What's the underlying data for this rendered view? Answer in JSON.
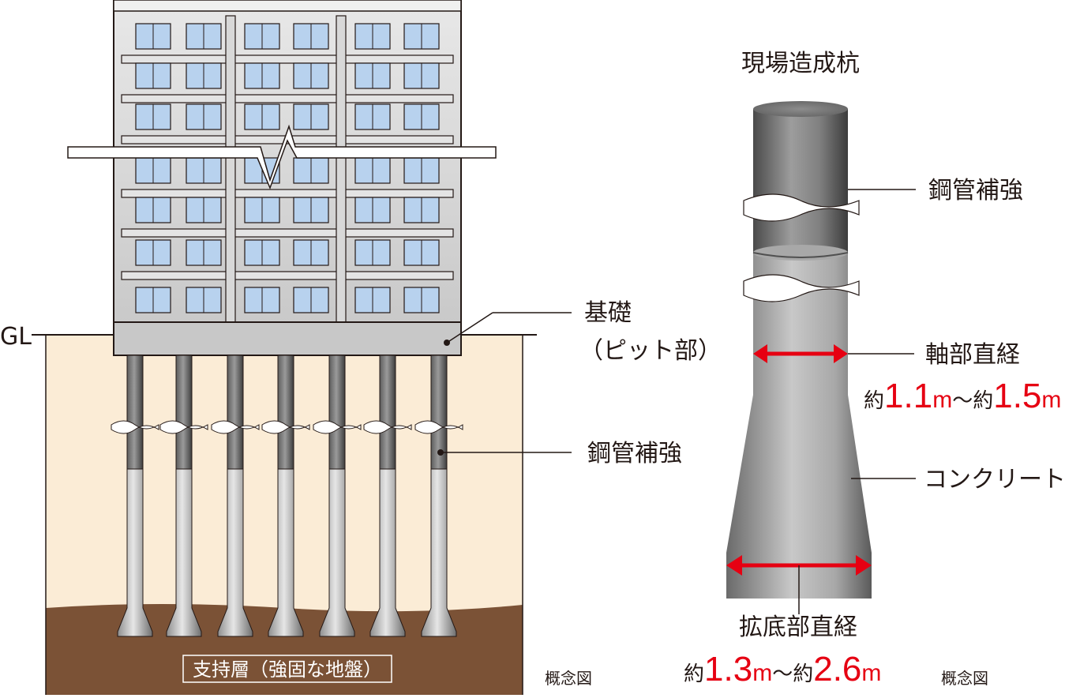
{
  "building": {
    "gl_label": "GL",
    "foundation_label_1": "基礎",
    "foundation_label_2": "（ピット部）",
    "steel_label": "鋼管補強",
    "support_layer": "支持層（強固な地盤）",
    "concept_left": "概念図"
  },
  "pile": {
    "title": "現場造成杭",
    "steel_label": "鋼管補強",
    "shaft_label": "軸部直経",
    "shaft_prefix_1": "約",
    "shaft_val_1": "1.1",
    "shaft_unit_1": "m",
    "shaft_tilde": "〜",
    "shaft_prefix_2": "約",
    "shaft_val_2": "1.5",
    "shaft_unit_2": "m",
    "concrete_label": "コンクリート",
    "base_label": "拡底部直経",
    "base_prefix_1": "約",
    "base_val_1": "1.3",
    "base_unit_1": "m",
    "base_tilde": "〜",
    "base_prefix_2": "約",
    "base_val_2": "2.6",
    "base_unit_2": "m",
    "concept_right": "概念図"
  },
  "colors": {
    "soil": "#fbecd6",
    "bearing": "#7b5236",
    "building": "#d3d3d3",
    "window": "#b8d2ee",
    "arrow": "#e60012"
  }
}
